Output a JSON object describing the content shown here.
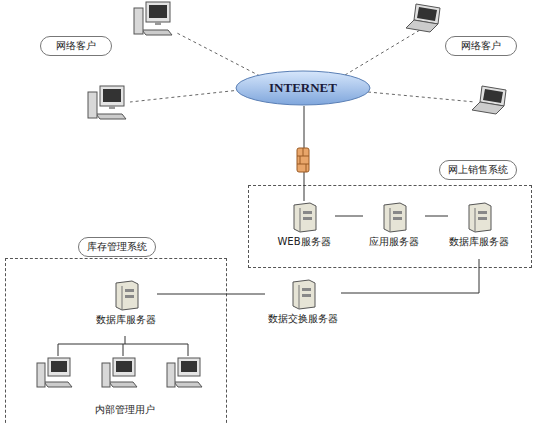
{
  "diagram": {
    "nodes": [
      {
        "text": [
          "网络客户"
        ]
      },
      {
        "text": [
          "INTERNET"
        ]
      },
      {
        "text": [
          "网络客户"
        ]
      },
      {
        "text": [
          "网上销售系统"
        ]
      },
      {
        "text": [
          "WEB服务器"
        ],
        "in": 3
      },
      {
        "text": [
          "应用服务器"
        ],
        "in": 3
      },
      {
        "text": [
          "数据库服务器"
        ],
        "in": 3
      },
      {
        "text": [
          "库存管理系统"
        ]
      },
      {
        "text": [
          "数据库服务器"
        ],
        "in": 7
      },
      {
        "text": [
          "数据交换服务器"
        ]
      }
    ],
    "edges": [
      {
        "from": 1,
        "to": 4,
        "arrow": "none"
      },
      {
        "from": 4,
        "to": 5,
        "arrow": "none"
      },
      {
        "from": 5,
        "to": 6,
        "arrow": "none"
      },
      {
        "from": 8,
        "to": 9,
        "arrow": "none"
      },
      {
        "from": 9,
        "to": 6,
        "arrow": "none"
      }
    ],
    "labels": [
      "内部管理用户"
    ]
  }
}
